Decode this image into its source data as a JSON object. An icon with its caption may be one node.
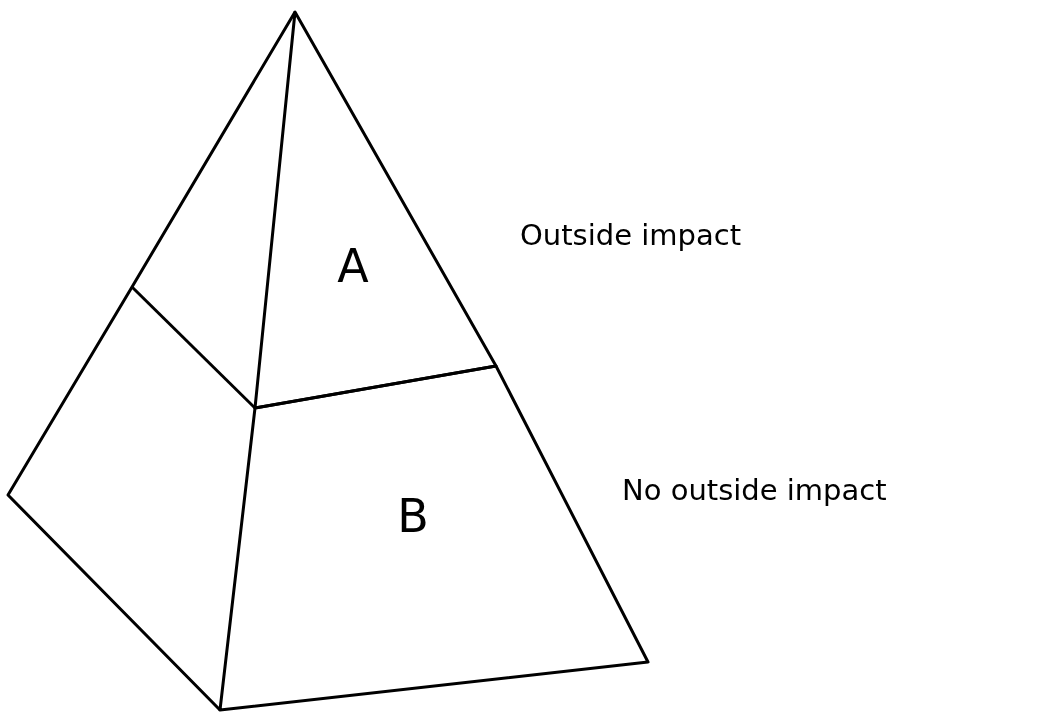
{
  "diagram": {
    "nodes": [
      {
        "text": [
          "A"
        ],
        "beside": [
          "Outside impact"
        ]
      },
      {
        "text": [
          "B"
        ],
        "beside": [
          "No outside impact"
        ]
      }
    ]
  }
}
